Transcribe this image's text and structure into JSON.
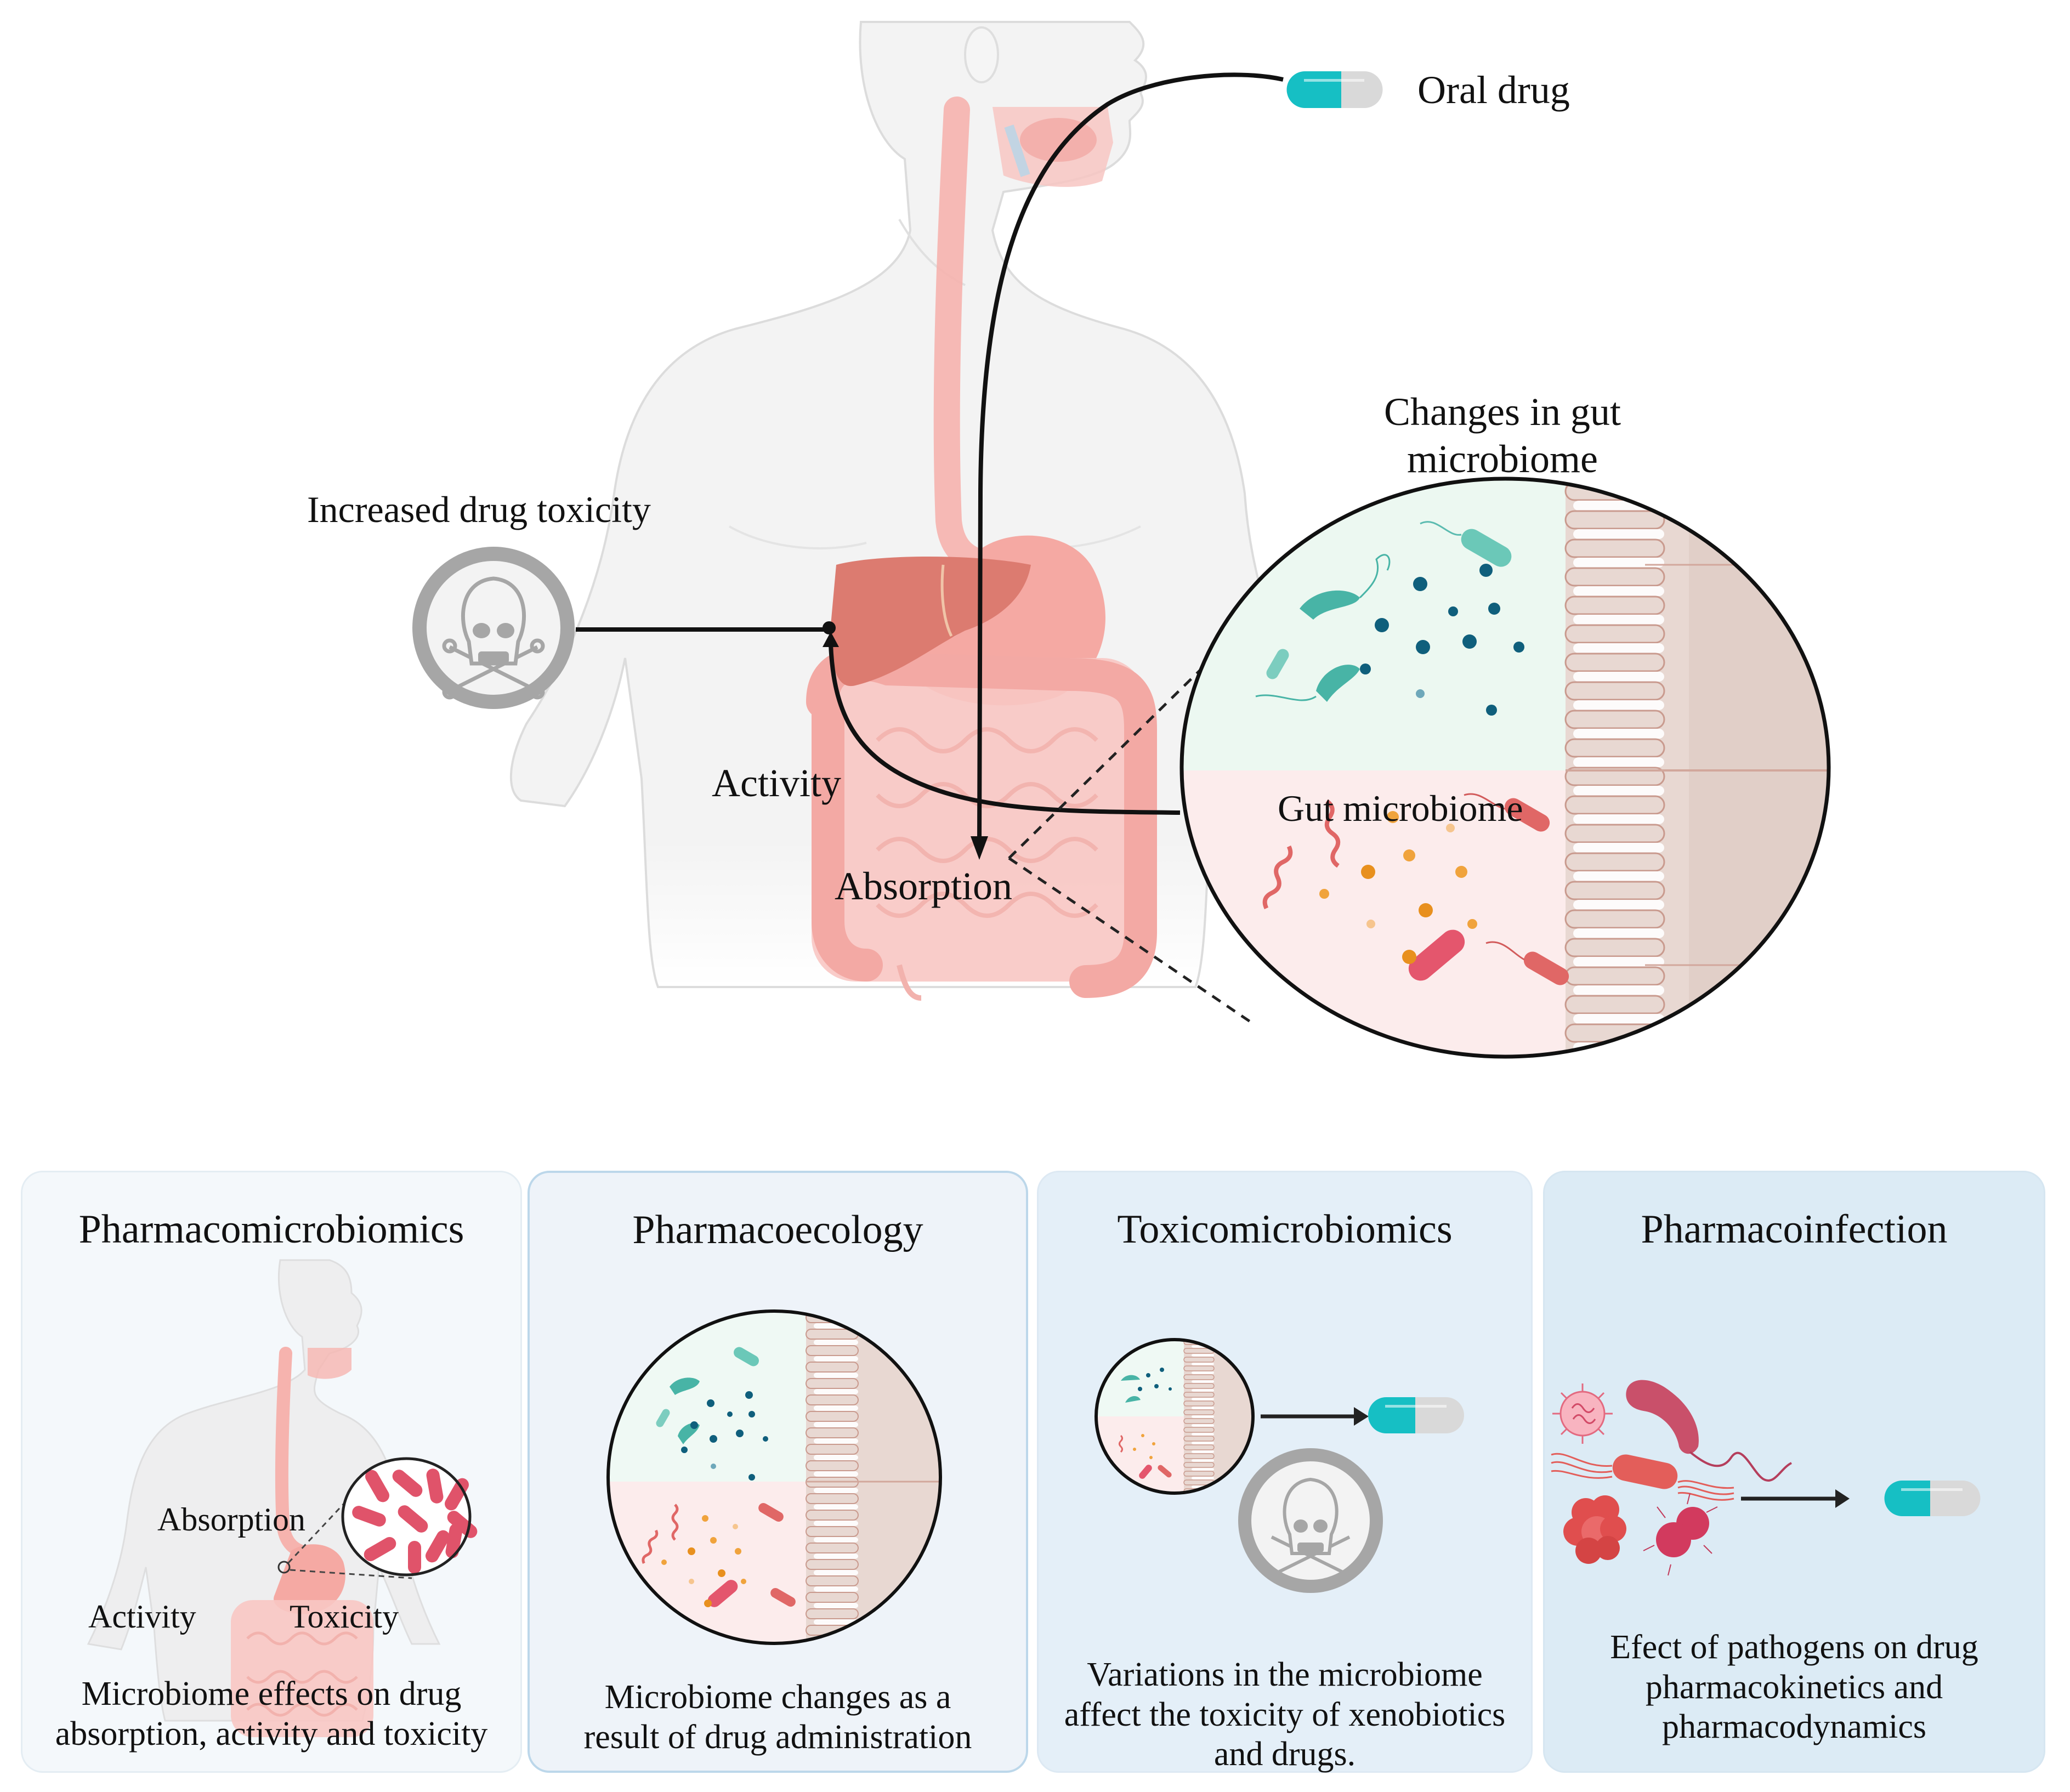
{
  "figure": {
    "top": {
      "oral_drug_label": "Oral drug",
      "toxicity_label": "Increased drug toxicity",
      "activity_label": "Activity",
      "absorption_label": "Absorption",
      "changes_label_line1": "Changes in gut",
      "changes_label_line2": "microbiome",
      "gut_microbiome_label": "Gut microbiome",
      "icons": [
        "capsule-icon",
        "skull-crossbones-icon",
        "human-body-icon",
        "liver-icon",
        "stomach-icon",
        "intestine-icon",
        "magnifier-circle-icon",
        "bacteria-icon",
        "intestinal-villi-icon"
      ]
    },
    "panels": [
      {
        "title": "Pharmacomicrobiomics",
        "caption_lines": [
          "Microbiome effects on drug",
          "absorption, activity and toxicity"
        ],
        "labels": {
          "absorption": "Absorption",
          "activity": "Activity",
          "toxicity": "Toxicity"
        }
      },
      {
        "title": "Pharmacoecology",
        "caption_lines": [
          "Microbiome changes as a",
          "result of drug administration"
        ]
      },
      {
        "title": "Toxicomicrobiomics",
        "caption_lines": [
          "Variations in the microbiome",
          "affect the toxicity of xenobiotics",
          "and drugs."
        ]
      },
      {
        "title": "Pharmacoinfection",
        "caption_lines": [
          "Efect of pathogens on drug",
          "pharmacokinetics and",
          "pharmacodynamics"
        ]
      }
    ],
    "colors": {
      "capsule_teal": "#16bfc4",
      "capsule_grey": "#d9d9d9",
      "liver": "#d9776c",
      "organ_pink": "#f6b8b4",
      "body_grey": "#efefef",
      "healthy_bg": "#ecf8f1",
      "dysbiosis_bg": "#fcecec",
      "villi": "#e5d3cc",
      "panel1_bg": "#f4f8fb",
      "panel2_bg": "#eef3f9",
      "panel3_bg": "#e4eff8",
      "panel4_bg": "#dcebf5"
    }
  }
}
